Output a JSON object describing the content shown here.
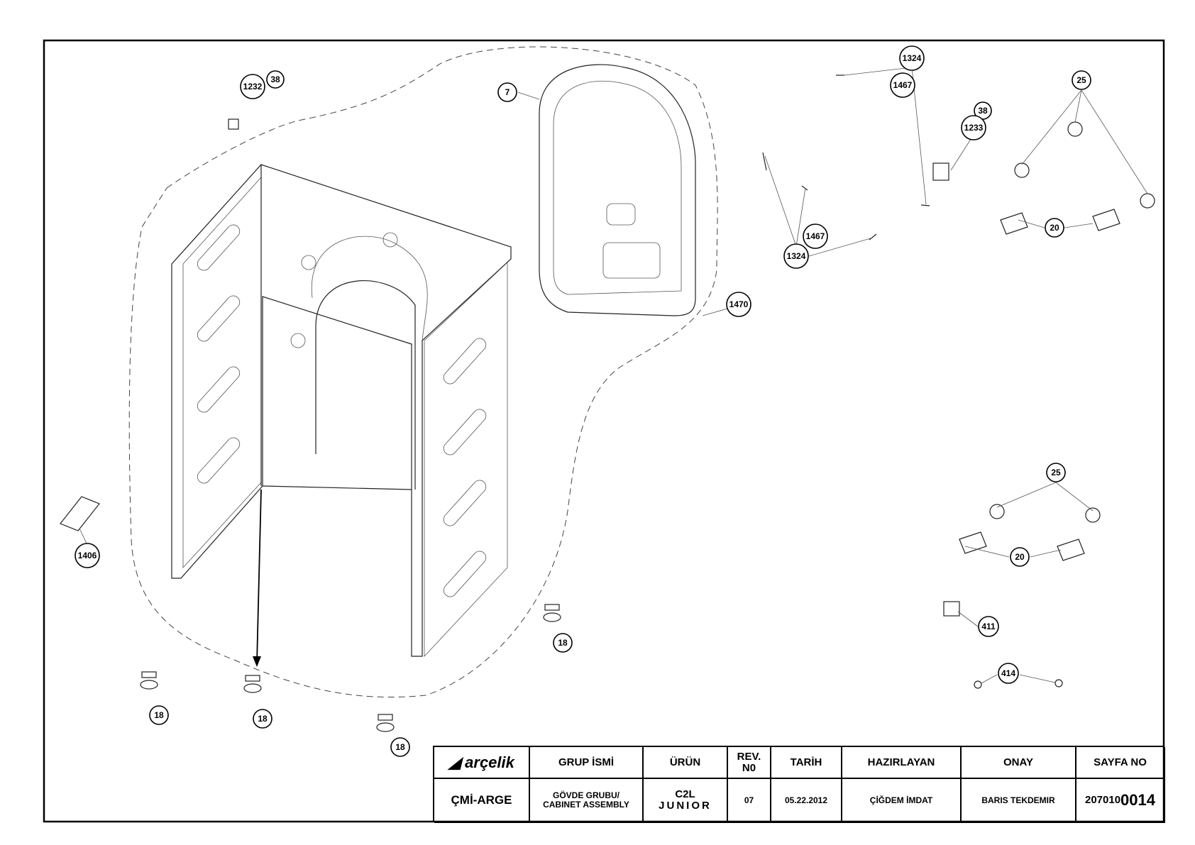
{
  "callouts": [
    "1232",
    "38",
    "7",
    "1324",
    "1467",
    "38",
    "1233",
    "25",
    "20",
    "1467",
    "1324",
    "1470",
    "1406",
    "25",
    "20",
    "411",
    "414",
    "18",
    "18",
    "18",
    "18"
  ],
  "title_block": {
    "logo": "arçelik",
    "headers": {
      "group": "GRUP İSMİ",
      "product": "ÜRÜN",
      "rev": "REV. N0",
      "date": "TARİH",
      "prepared": "HAZIRLAYAN",
      "approved": "ONAY",
      "page": "SAYFA NO"
    },
    "values": {
      "dept": "ÇMİ-ARGE",
      "group_line1": "GÖVDE GRUBU/",
      "group_line2": "CABINET ASSEMBLY",
      "product_line1": "C2L",
      "product_line2": "JUNIOR",
      "rev": "07",
      "date": "05.22.2012",
      "prepared": "ÇİĞDEM İMDAT",
      "approved": "BARIS TEKDEMIR",
      "page_prefix": "207010",
      "page_suffix": "0014"
    }
  }
}
